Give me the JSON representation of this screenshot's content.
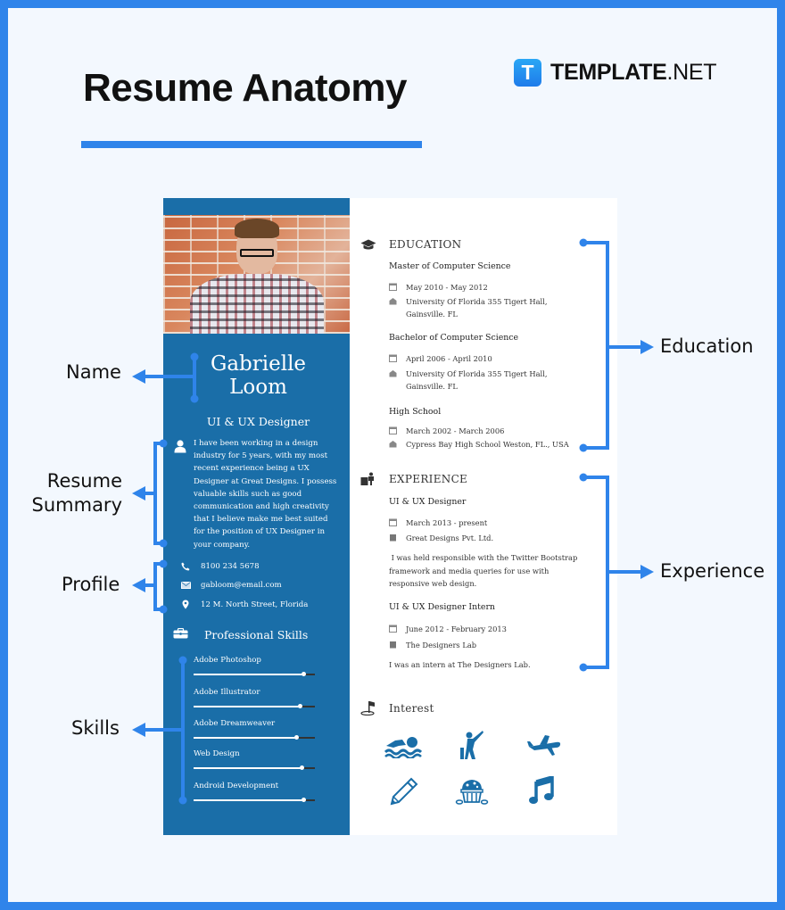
{
  "header": {
    "title": "Resume Anatomy",
    "brand": {
      "mark": "T",
      "name_bold": "TEMPLATE",
      "name_suffix": ".NET"
    }
  },
  "colors": {
    "accent": "#2F84EA",
    "background": "#F3F8FE",
    "resume_sidebar": "#1A6EA8",
    "interest_icon": "#1A6EA8"
  },
  "annotations": {
    "left": [
      "Name",
      "Resume Summary",
      "Profile",
      "Skills"
    ],
    "name": "Name",
    "summary_line1": "Resume",
    "summary_line2": "Summary",
    "profile": "Profile",
    "skills": "Skills",
    "education": "Education",
    "experience": "Experience"
  },
  "resume": {
    "photo": "profile-photo",
    "name_line1": "Gabrielle",
    "name_line2": "Loom",
    "role": "UI & UX Designer",
    "summary": "I have been working in a design industry for 5 years, with my most recent experience being a UX Designer at Great Designs. I possess valuable skills such as good communication and high creativity that I believe make me best suited for the position of UX Designer in your company.",
    "summary_lines": [
      "I have been working in a design",
      "industry for 5 years, with my most",
      "recent experience being a UX",
      "Designer at Great Designs. I possess",
      "valuable skills such as good",
      "communication and high creativity",
      "that I believe make me best suited",
      "for the position of UX Designer in",
      "your company."
    ],
    "contact": {
      "phone": "8100 234 5678",
      "email": "gabloom@email.com",
      "address": "12 M. North Street, Florida"
    },
    "skills_heading": "Professional Skills",
    "skills": [
      {
        "name": "Adobe Photoshop",
        "level": 90
      },
      {
        "name": "Adobe Illustrator",
        "level": 87
      },
      {
        "name": "Adobe Dreamweaver",
        "level": 84
      },
      {
        "name": "Web Design",
        "level": 88
      },
      {
        "name": "Android Development",
        "level": 90
      }
    ],
    "education": {
      "heading": "EDUCATION",
      "entries": [
        {
          "title": "Master of Computer Science",
          "dates": "May 2010 - May 2012",
          "place_line1": "University Of Florida 355 Tigert Hall,",
          "place_line2": "Gainsville. FL"
        },
        {
          "title": "Bachelor of Computer Science",
          "dates": "April 2006 - April 2010",
          "place_line1": "University Of Florida 355 Tigert Hall,",
          "place_line2": "Gainsville. FL"
        },
        {
          "title": "High School",
          "dates": "March 2002 - March 2006",
          "place_line1": "Cypress Bay High School Weston, FL., USA",
          "place_line2": ""
        }
      ]
    },
    "experience": {
      "heading": "EXPERIENCE",
      "entries": [
        {
          "title": "UI & UX Designer",
          "dates": "March 2013 - present",
          "company": "Great Designs Pvt. Ltd.",
          "desc_lines": [
            " I was held responsible with the Twitter Bootstrap",
            "framework and media queries for use with",
            "responsive web design."
          ]
        },
        {
          "title": "UI & UX Designer Intern",
          "dates": "June 2012 - February 2013",
          "company": "The Designers Lab",
          "desc_lines": [
            "I was an intern at The Designers Lab."
          ]
        }
      ]
    },
    "interest": {
      "heading": "Interest",
      "icons": [
        "swimming-icon",
        "cricket-icon",
        "airplane-icon",
        "pencil-icon",
        "cupcake-icon",
        "music-note-icon"
      ]
    }
  }
}
